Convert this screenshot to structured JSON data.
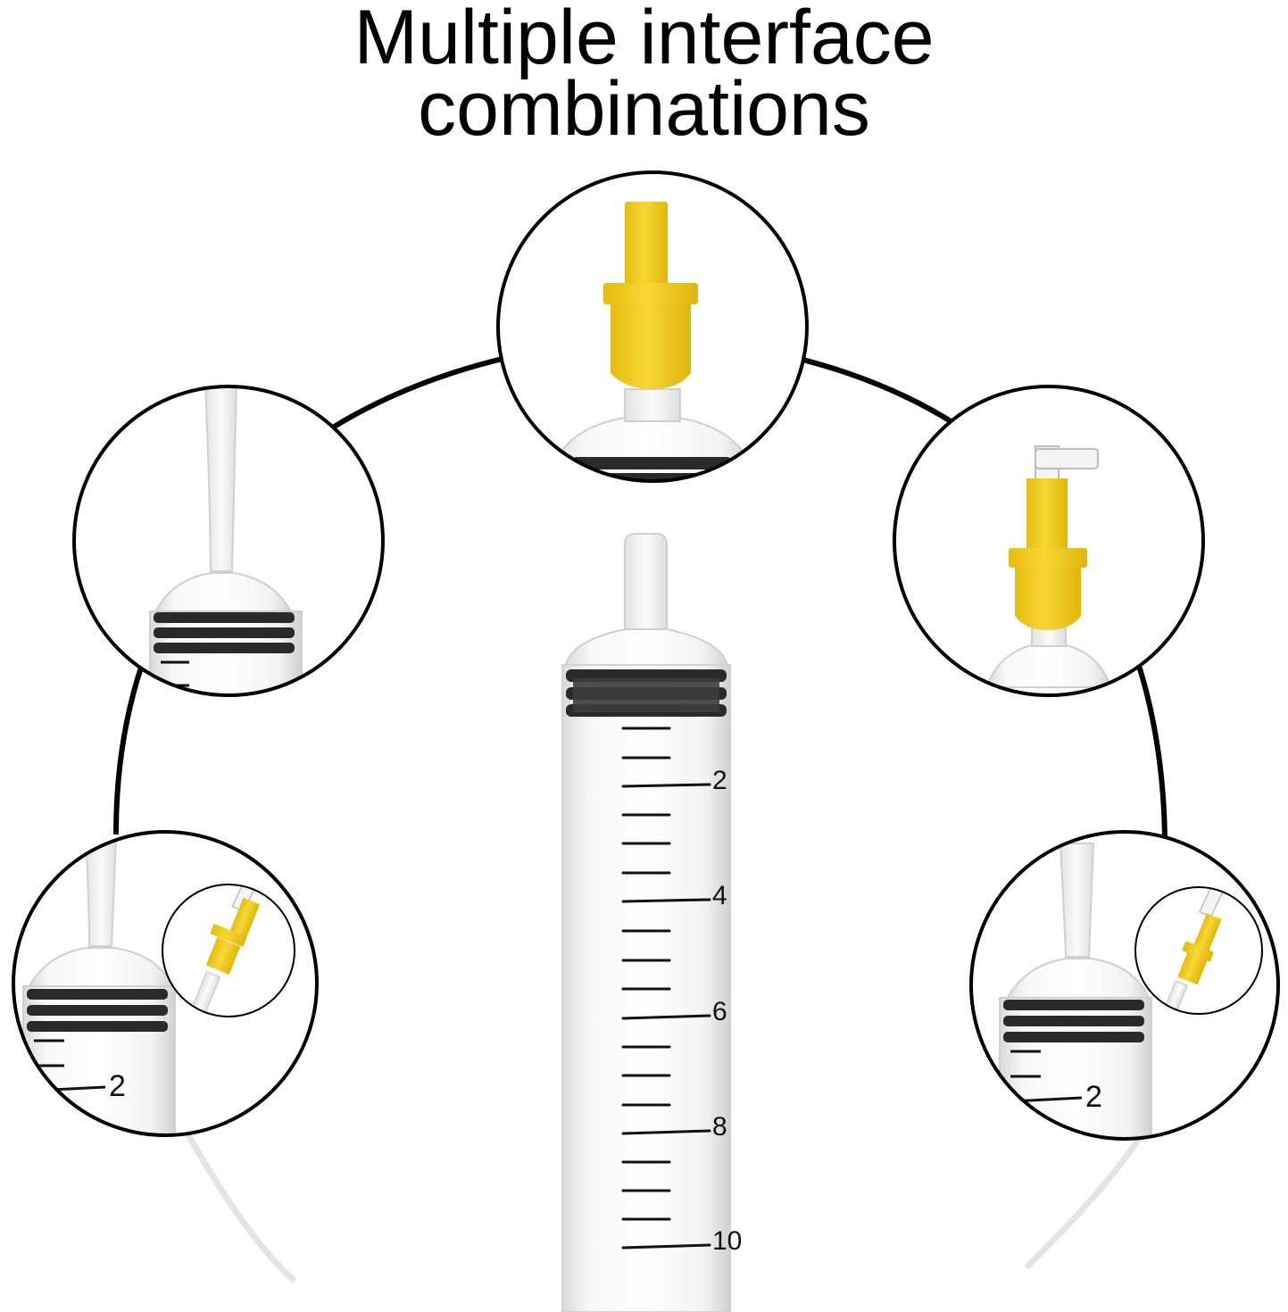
{
  "title": {
    "line1": "Multiple interface",
    "line2": "combinations"
  },
  "syringe": {
    "scale_labels": [
      "2",
      "4",
      "6",
      "8",
      "10"
    ],
    "inset_scale_label": "2"
  },
  "colors": {
    "connector_yellow": "#f2cf1f",
    "outline": "#000000",
    "rubber_stopper": "#2a2a2a"
  },
  "icons": [
    "syringe-icon",
    "yellow-luer-connector-icon",
    "elbow-connector-icon",
    "silicone-tube-icon"
  ]
}
